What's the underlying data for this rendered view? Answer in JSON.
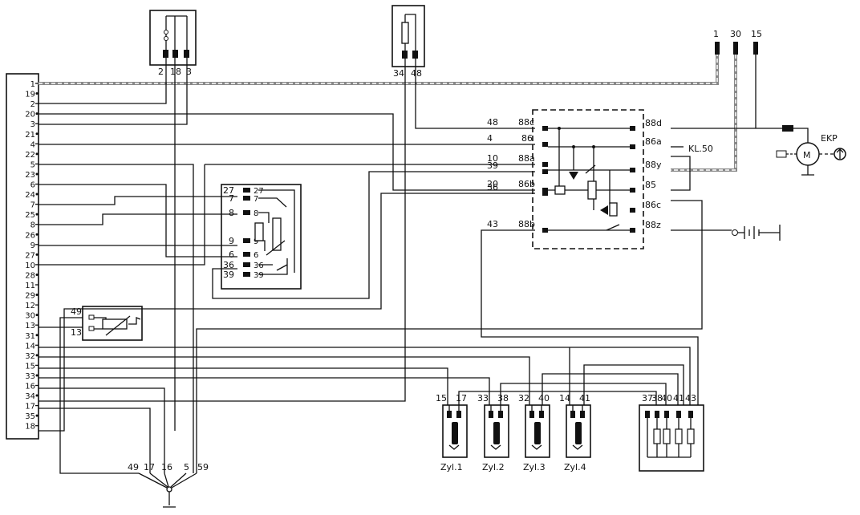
{
  "ecu": {
    "pins": [
      {
        "left": "1",
        "right": ""
      },
      {
        "left": "19",
        "right": ""
      },
      {
        "left": "2",
        "right": ""
      },
      {
        "left": "20",
        "right": ""
      },
      {
        "left": "3",
        "right": ""
      },
      {
        "left": "21",
        "right": ""
      },
      {
        "left": "4",
        "right": ""
      },
      {
        "left": "22",
        "right": ""
      },
      {
        "left": "5",
        "right": ""
      },
      {
        "left": "23",
        "right": ""
      },
      {
        "left": "6",
        "right": ""
      },
      {
        "left": "24",
        "right": ""
      },
      {
        "left": "7",
        "right": ""
      },
      {
        "left": "25",
        "right": ""
      },
      {
        "left": "8",
        "right": ""
      },
      {
        "left": "26",
        "right": ""
      },
      {
        "left": "9",
        "right": ""
      },
      {
        "left": "27",
        "right": ""
      },
      {
        "left": "10",
        "right": ""
      },
      {
        "left": "28",
        "right": ""
      },
      {
        "left": "11",
        "right": ""
      },
      {
        "left": "29",
        "right": ""
      },
      {
        "left": "12",
        "right": ""
      },
      {
        "left": "30",
        "right": ""
      },
      {
        "left": "13",
        "right": ""
      },
      {
        "left": "31",
        "right": ""
      },
      {
        "left": "14",
        "right": ""
      },
      {
        "left": "32",
        "right": ""
      },
      {
        "left": "15",
        "right": ""
      },
      {
        "left": "33",
        "right": ""
      },
      {
        "left": "16",
        "right": ""
      },
      {
        "left": "34",
        "right": ""
      },
      {
        "left": "17",
        "right": ""
      },
      {
        "left": "35",
        "right": ""
      },
      {
        "left": "18",
        "right": ""
      }
    ]
  },
  "top_connector_a": {
    "pins": [
      "2",
      "18",
      "3"
    ]
  },
  "top_connector_b": {
    "pins": [
      "34",
      "48"
    ]
  },
  "terminals": [
    "1",
    "30",
    "15"
  ],
  "relay": {
    "left_pins": [
      "48",
      "88c",
      "4",
      "86",
      "10",
      "88a",
      "39",
      "20",
      "86b",
      "36",
      "43",
      "88b"
    ],
    "right_pins": [
      "88d",
      "86a",
      "88y",
      "85",
      "86c",
      "88z"
    ],
    "kl50": "KL.50"
  },
  "pump": {
    "label": "EKP",
    "motor": "M"
  },
  "throttle_switch": {
    "pins": [
      "27",
      "7",
      "8",
      "9",
      "6",
      "36",
      "39"
    ],
    "inner": [
      "27",
      "7",
      "8",
      "9",
      "6",
      "36",
      "39"
    ]
  },
  "temp_sensor": {
    "pins": [
      "49",
      "13"
    ]
  },
  "injectors": [
    {
      "pins": [
        "15",
        "17"
      ],
      "label": "Zyl.1"
    },
    {
      "pins": [
        "33",
        "38"
      ],
      "label": "Zyl.2"
    },
    {
      "pins": [
        "32",
        "40"
      ],
      "label": "Zyl.3"
    },
    {
      "pins": [
        "14",
        "41"
      ],
      "label": "Zyl.4"
    }
  ],
  "resistor_pack": {
    "pins": [
      "37",
      "38",
      "40",
      "41",
      "43"
    ]
  },
  "ground_labels": [
    "49",
    "17",
    "16",
    "5",
    "59"
  ]
}
